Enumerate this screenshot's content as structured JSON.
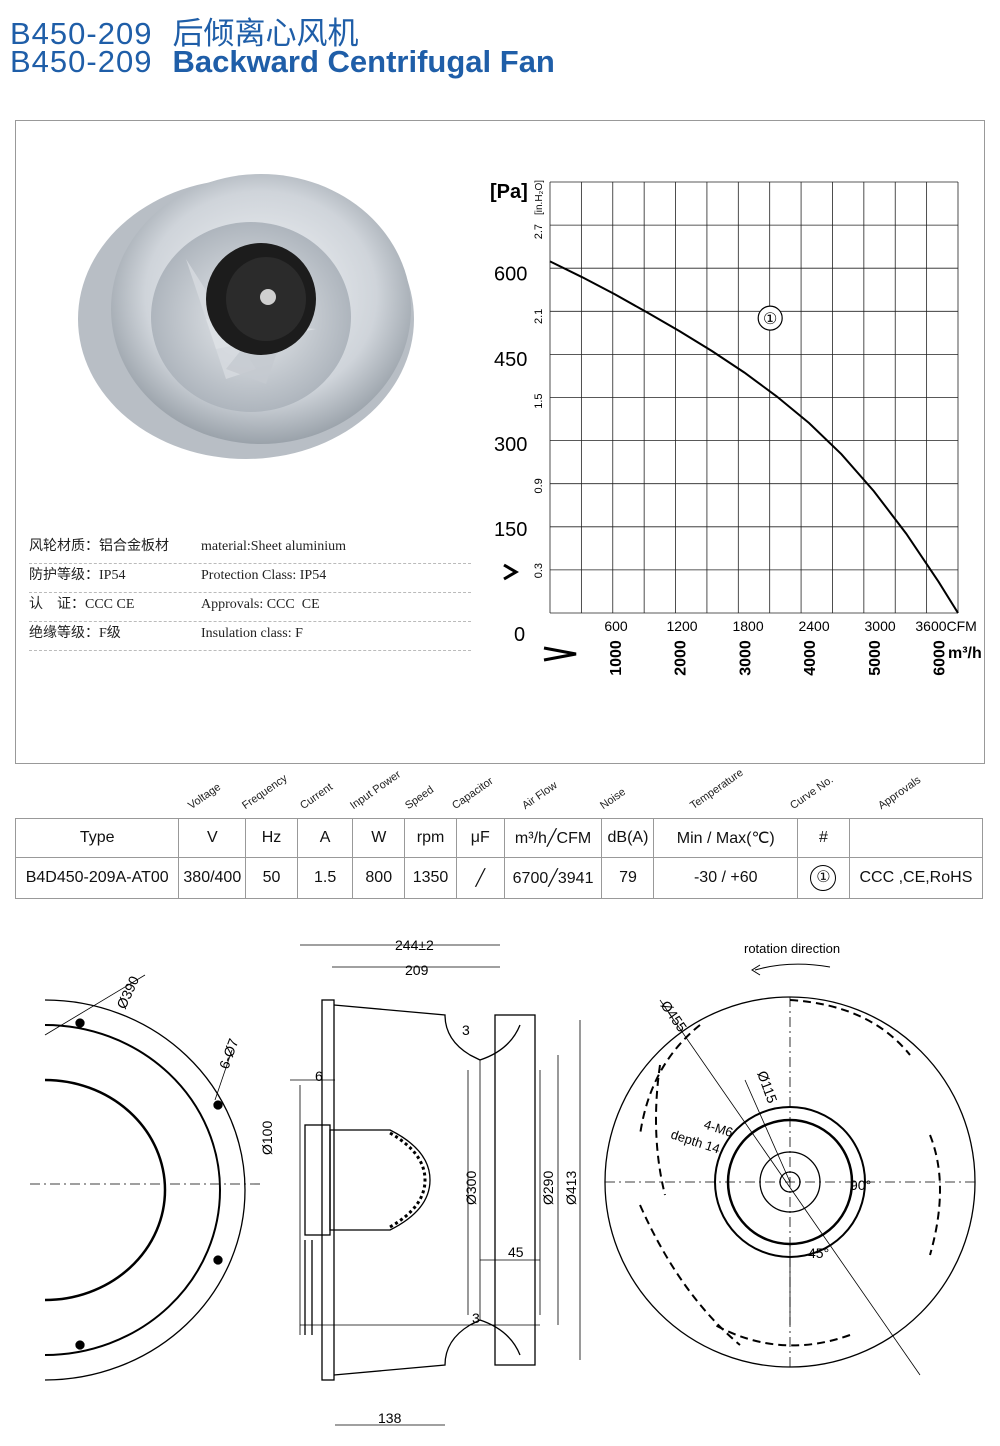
{
  "title": {
    "model": "B450-209",
    "name_cn": "后倾离心风机",
    "name_en": "Backward Centrifugal Fan"
  },
  "specs": [
    {
      "cn": "风轮材质：铝合金板材",
      "en": "material:Sheet aluminium"
    },
    {
      "cn": "防护等级：IP54",
      "en": "Protection Class: IP54"
    },
    {
      "cn": "认    证：CCC CE",
      "en": "Approvals: CCC  CE"
    },
    {
      "cn": "绝缘等级：F级",
      "en": "Insulation class: F"
    }
  ],
  "chart_data": {
    "type": "line",
    "title": "",
    "ylabel_primary": "[Pa]",
    "ylabel_secondary": "[in.H₂O]",
    "y_ticks_primary": [
      "600",
      "450",
      "300",
      "150",
      "0"
    ],
    "y_ticks_secondary": [
      "2.7",
      "2.1",
      "1.5",
      "0.9",
      "0.3"
    ],
    "x_ticks_cfm": [
      "600",
      "1200",
      "1800",
      "2400",
      "3000",
      "3600CFM"
    ],
    "x_ticks_m3h": [
      "1000",
      "2000",
      "3000",
      "4000",
      "5000",
      "6000"
    ],
    "x_unit": "m³/h",
    "xlim": [
      0,
      6300
    ],
    "ylim": [
      0,
      760
    ],
    "series": [
      {
        "name": "①",
        "x": [
          0,
          500,
          1000,
          1500,
          2000,
          2500,
          3000,
          3500,
          4000,
          4500,
          5000,
          5500,
          6000,
          6300
        ],
        "y": [
          620,
          592,
          562,
          530,
          497,
          462,
          424,
          382,
          335,
          280,
          215,
          140,
          55,
          0
        ]
      }
    ]
  },
  "table": {
    "headers": [
      "Voltage",
      "Frequency",
      "Current",
      "Input Power",
      "Speed",
      "Capacitor",
      "Air Flow",
      "Noise",
      "Temperature",
      "Curve No.",
      "Approvals"
    ],
    "units": [
      "Type",
      "V",
      "Hz",
      "A",
      "W",
      "rpm",
      "μF",
      "m³/h╱CFM",
      "dB(A)",
      "Min / Max(℃)",
      "#",
      ""
    ],
    "row": [
      "B4D450-209A-AT00",
      "380/400",
      "50",
      "1.5",
      "800",
      "1350",
      "╱",
      "6700╱3941",
      "79",
      "-30 / +60",
      "①",
      "CCC ,CE,RoHS"
    ]
  },
  "drawing": {
    "d390": "Ø390",
    "holes": "6-Ø7",
    "d100": "Ø100",
    "w6": "6",
    "w244": "244±2",
    "w209": "209",
    "w3a": "3",
    "w3b": "3",
    "d300": "Ø300",
    "d290": "Ø290",
    "d413": "Ø413",
    "w45": "45",
    "w138": "138",
    "rotation": "rotation direction",
    "d455": "Ø455",
    "d115": "Ø115",
    "m6": "4-M6",
    "depth": "depth 14",
    "a90": "90°",
    "a45": "45°"
  }
}
